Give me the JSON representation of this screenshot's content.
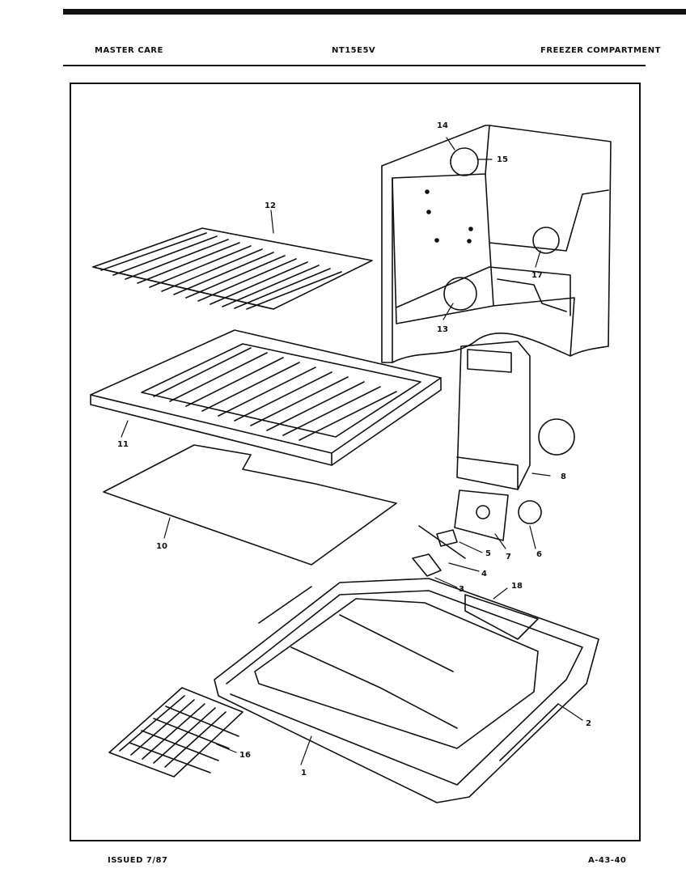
{
  "header": {
    "left": "MASTER CARE",
    "center": "NT15E5V",
    "right": "FREEZER COMPARTMENT"
  },
  "footer": {
    "left": "ISSUED 7/87",
    "right": "A-43-40"
  },
  "callouts": {
    "c1": "1",
    "c2": "2",
    "c3": "3",
    "c4": "4",
    "c5": "5",
    "c6": "6",
    "c7": "7",
    "c8": "8",
    "c10": "10",
    "c11": "11",
    "c12": "12",
    "c13": "13",
    "c14": "14",
    "c15": "15",
    "c16": "16",
    "c17": "17",
    "c18": "18"
  }
}
